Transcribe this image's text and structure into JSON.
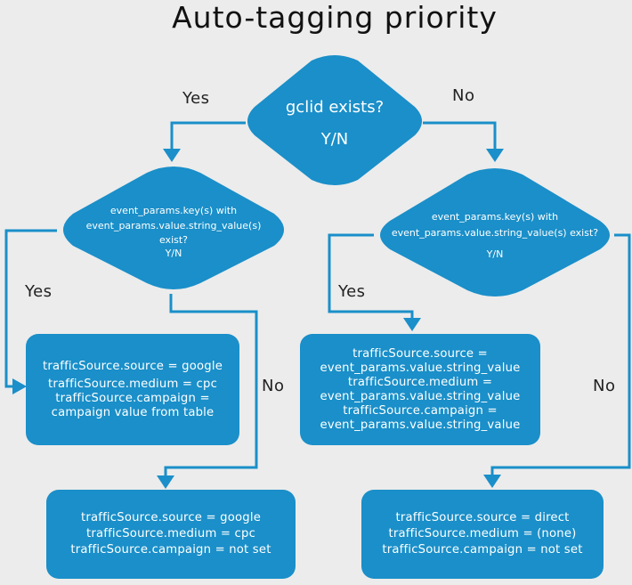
{
  "title": "Auto-tagging priority",
  "decisions": {
    "root": {
      "line1": "gclid exists?",
      "line2": "Y/N"
    },
    "left": {
      "lines": [
        "event_params.key(s) with",
        "event_params.value.string_value(s)",
        "exist?",
        "Y/N"
      ]
    },
    "right": {
      "lines": [
        "event_params.key(s) with",
        "event_params.value.string_value(s) exist?",
        "Y/N"
      ]
    }
  },
  "outcomes": {
    "google_table": [
      "trafficSource.source = google",
      "trafficSource.medium = cpc",
      "trafficSource.campaign =",
      "campaign value from table"
    ],
    "google_notset": [
      "trafficSource.source = google",
      "trafficSource.medium = cpc",
      "trafficSource.campaign = not set"
    ],
    "event_params": [
      "trafficSource.source =",
      "event_params.value.string_value",
      "trafficSource.medium =",
      "event_params.value.string_value",
      "trafficSource.campaign =",
      "event_params.value.string_value"
    ],
    "direct": [
      "trafficSource.source = direct",
      "trafficSource.medium = (none)",
      "trafficSource.campaign = not set"
    ]
  },
  "edge_labels": {
    "root_yes": "Yes",
    "root_no": "No",
    "left_yes": "Yes",
    "left_no": "No",
    "right_yes": "Yes",
    "right_no": "No"
  },
  "colors": {
    "node": "#1a8fc9",
    "background": "#ececec",
    "text": "#ffffff"
  }
}
